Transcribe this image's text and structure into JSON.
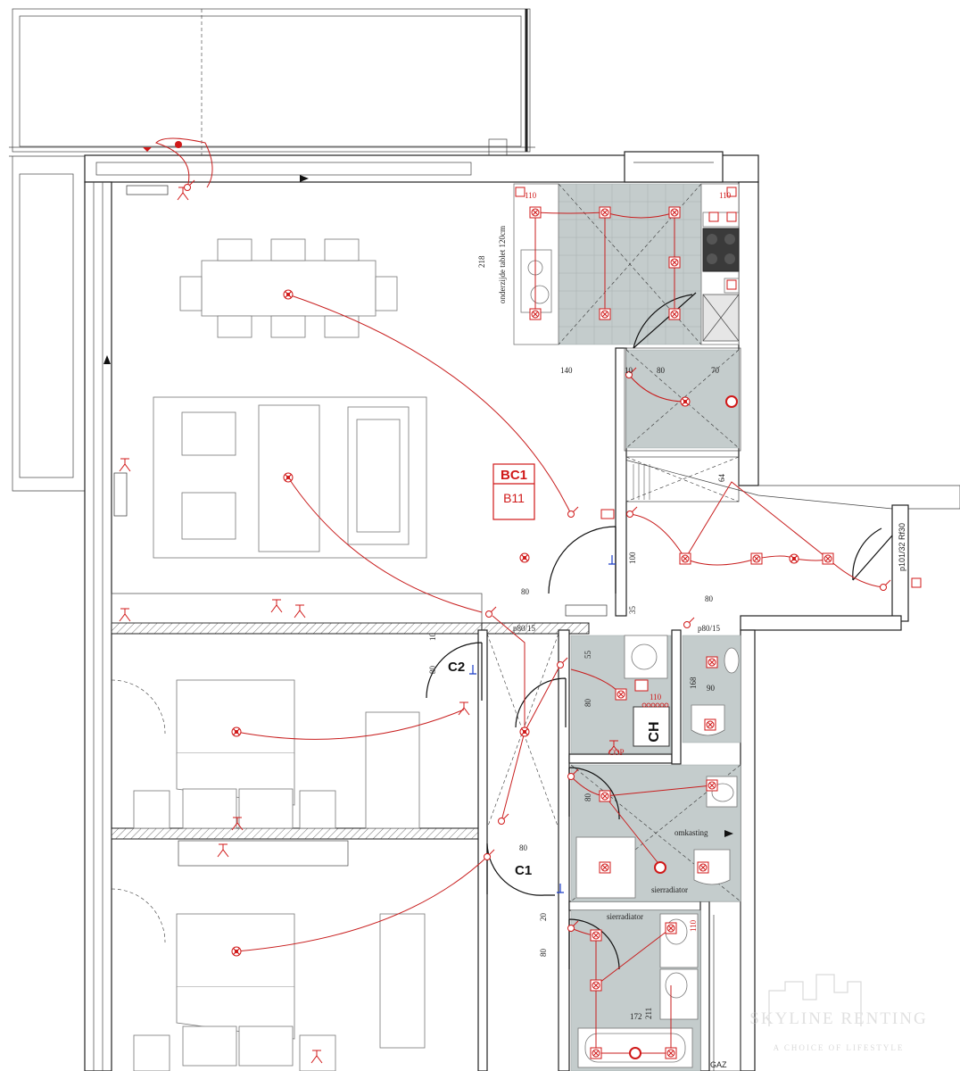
{
  "room_tag": {
    "code": "BC1",
    "type": "B11"
  },
  "door_labels": {
    "c1": "C1",
    "c2": "C2"
  },
  "heater_label": "CH",
  "dimensions": {
    "d218": "218",
    "counter_note": "onderzijde tablet 120cm",
    "d110_kitchen_left": "110",
    "d110_kitchen_right": "110",
    "d140": "140",
    "d10_hall": "10",
    "d80_hall": "80",
    "d70_hall": "70",
    "d64": "64",
    "d100": "100",
    "d80_living": "80",
    "d35": "35",
    "d80_corridor": "80",
    "p80_15_left": "p80/15",
    "p80_15_right": "p80/15",
    "d10_bed": "10",
    "d80_c2": "80",
    "d55": "55",
    "d110_bath": "110",
    "d80_bath": "80",
    "d168": "168",
    "d90": "90",
    "d80_shower": "80",
    "d80_c1": "80",
    "d20": "20",
    "d80_lower": "80",
    "d110_lower": "110",
    "d172": "172",
    "d211": "211",
    "fire_door": "p101/32 Rf30"
  },
  "notes": {
    "omkasting": "omkasting",
    "sierradiator_upper": "sierradiator",
    "sierradiator_lower": "sierradiator",
    "cop": "COP",
    "gaz": "GAZ"
  },
  "watermark": {
    "name": "SKYLINE RENTING",
    "tagline": "A CHOICE OF LIFESTYLE"
  },
  "colors": {
    "electrical": "#d01818",
    "tile": "#c4cccc",
    "wall": "#222222"
  },
  "icons": [
    "ceiling-light-icon",
    "wall-socket-icon",
    "switch-icon",
    "fire-door-icon"
  ]
}
